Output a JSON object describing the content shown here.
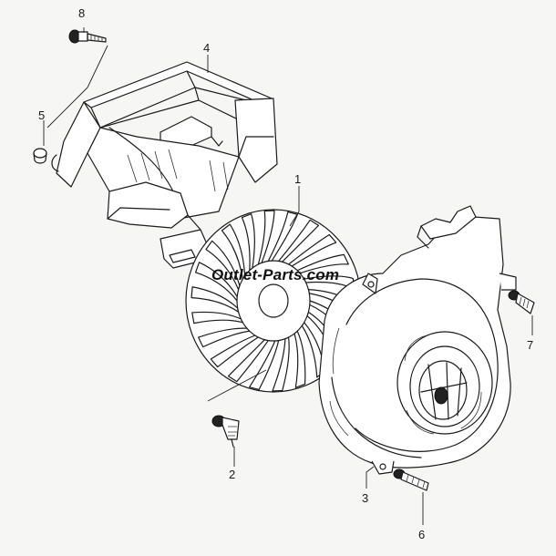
{
  "diagram": {
    "watermark": "Outlet-Parts.com",
    "callouts": [
      {
        "key": "1",
        "label": "1"
      },
      {
        "key": "2",
        "label": "2"
      },
      {
        "key": "3",
        "label": "3"
      },
      {
        "key": "4",
        "label": "4"
      },
      {
        "key": "5",
        "label": "5"
      },
      {
        "key": "6",
        "label": "6"
      },
      {
        "key": "7",
        "label": "7"
      },
      {
        "key": "8",
        "label": "8"
      }
    ]
  }
}
